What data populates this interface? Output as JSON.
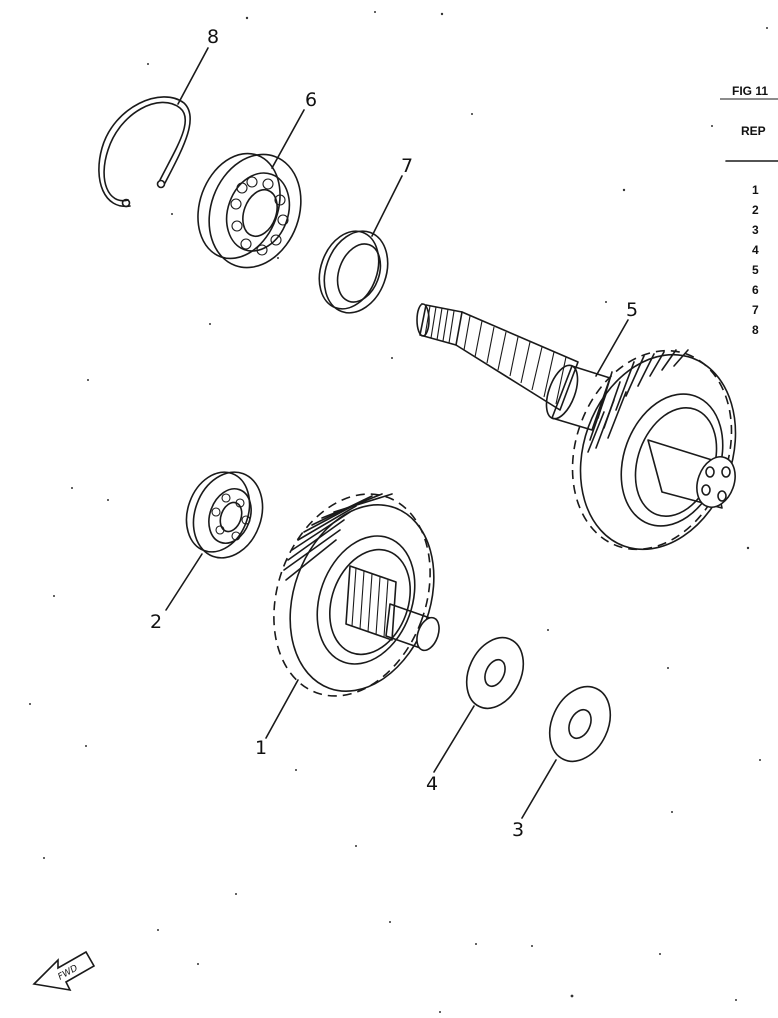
{
  "figure": {
    "fig_label": "FIG 11",
    "ref_header": "REP",
    "ref_numbers": [
      "1",
      "2",
      "3",
      "4",
      "5",
      "6",
      "7",
      "8"
    ],
    "fwd_label": "FWD"
  },
  "callouts": [
    {
      "number": "1",
      "part": "driven-gear"
    },
    {
      "number": "2",
      "part": "small-bearing"
    },
    {
      "number": "3",
      "part": "washer-lower"
    },
    {
      "number": "4",
      "part": "washer-upper"
    },
    {
      "number": "5",
      "part": "main-shaft-with-gear"
    },
    {
      "number": "6",
      "part": "ball-bearing"
    },
    {
      "number": "7",
      "part": "oil-seal"
    },
    {
      "number": "8",
      "part": "circlip"
    }
  ]
}
